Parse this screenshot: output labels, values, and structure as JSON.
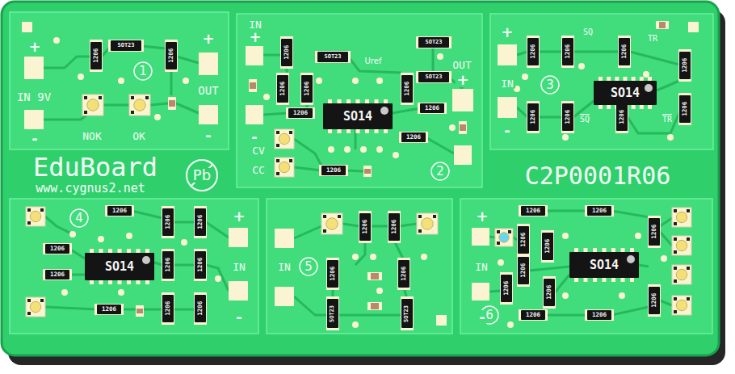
{
  "diagram": {
    "nodes": [
      {
        "text": [
          "1206"
        ]
      },
      {
        "text": [
          "SOT23"
        ]
      },
      {
        "text": [
          "1206"
        ]
      },
      {
        "text": [
          "1206"
        ]
      },
      {
        "text": [
          "SOT23"
        ]
      },
      {
        "text": [
          "SOT23"
        ]
      },
      {
        "text": [
          "SOT23"
        ]
      },
      {
        "text": [
          "1206"
        ]
      },
      {
        "text": [
          "1206"
        ]
      },
      {
        "text": [
          "1206"
        ]
      },
      {
        "text": [
          "1206"
        ]
      },
      {
        "text": [
          "SO14"
        ]
      },
      {
        "text": [
          "1206"
        ]
      },
      {
        "text": [
          "1206"
        ]
      },
      {
        "text": [
          "1206"
        ]
      },
      {
        "text": [
          "1206"
        ]
      },
      {
        "text": [
          "1206"
        ]
      },
      {
        "text": [
          "1206"
        ]
      },
      {
        "text": [
          "1206"
        ]
      },
      {
        "text": [
          "SO14"
        ]
      },
      {
        "text": [
          "1206"
        ]
      },
      {
        "text": [
          "1206"
        ]
      },
      {
        "text": [
          "1206"
        ]
      },
      {
        "text": [
          "1206"
        ]
      },
      {
        "text": [
          "1206"
        ]
      },
      {
        "text": [
          "1206"
        ]
      },
      {
        "text": [
          "1206"
        ]
      },
      {
        "text": [
          "1206"
        ]
      },
      {
        "text": [
          "SO14"
        ]
      },
      {
        "text": [
          "1206"
        ]
      },
      {
        "text": [
          "1206"
        ]
      },
      {
        "text": [
          "1206"
        ]
      },
      {
        "text": [
          "1206"
        ]
      },
      {
        "text": [
          "1206"
        ]
      },
      {
        "text": [
          "1206"
        ]
      },
      {
        "text": [
          "1206"
        ]
      },
      {
        "text": [
          "1206"
        ]
      },
      {
        "text": [
          "1206"
        ]
      },
      {
        "text": [
          "1206"
        ]
      },
      {
        "text": [
          "SOT23"
        ]
      },
      {
        "text": [
          "SOT23"
        ]
      },
      {
        "text": [
          "1206"
        ]
      },
      {
        "text": [
          "1206"
        ]
      },
      {
        "text": [
          "1206"
        ]
      },
      {
        "text": [
          "1206"
        ]
      },
      {
        "text": [
          "1206"
        ]
      },
      {
        "text": [
          "SO14"
        ]
      },
      {
        "text": [
          "1206"
        ]
      },
      {
        "text": [
          "1206"
        ]
      },
      {
        "text": [
          "1206"
        ]
      },
      {
        "text": [
          "1206"
        ]
      },
      {
        "text": [
          "1206"
        ]
      },
      {
        "text": [
          "1206"
        ]
      }
    ],
    "labels": [
      "EduBoard",
      "www.cygnus2.net",
      "C2P0001R06",
      "Pb",
      "+",
      "IN 9V",
      "-",
      "1",
      "+",
      "OUT",
      "-",
      "NOK",
      "OK",
      "IN",
      "+",
      "-",
      "CV",
      "CC",
      "Uref",
      "OUT",
      "+",
      "2",
      "+",
      "IN",
      "-",
      "3",
      "SQ",
      "TR",
      "SQ",
      "TR",
      "4",
      "+",
      "IN",
      "-",
      "IN",
      "5",
      "+",
      "IN",
      "-",
      "6"
    ]
  }
}
